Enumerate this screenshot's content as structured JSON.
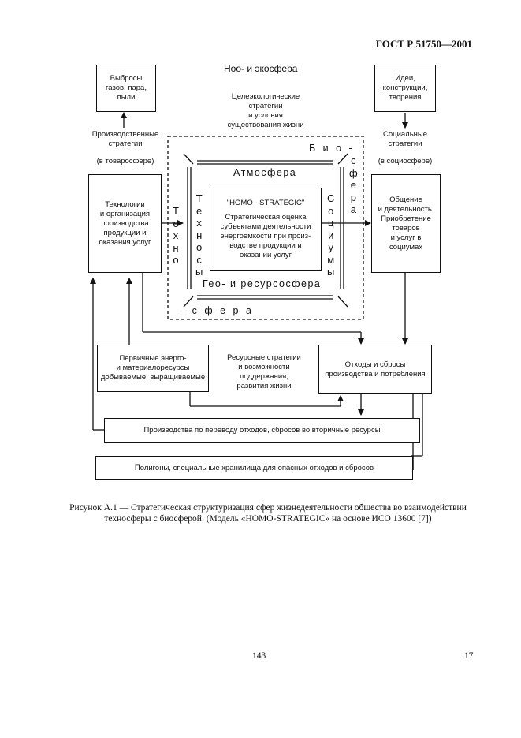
{
  "header": {
    "doc_id": "ГОСТ Р 51750—2001"
  },
  "diagram": {
    "title": "Ноо- и экосфера",
    "top_left_box": "Выбросы\nгазов, пара,\nпыли",
    "top_right_box": "Идеи,\nконструкции,\nтворения",
    "production_strategies": "Производственные\nстратегии",
    "in_commodity_sphere": "(в товаросфере)",
    "social_strategies": "Социальные\nстратегии",
    "in_social_sphere": "(в социосфере)",
    "eco_strategies": "Целеэкологические\nстратегии\nи условия\nсуществования жизни",
    "biosphere": "Био- с ф е р а",
    "biosphere_horizontal": "Б и о -",
    "biosphere_vertical": [
      "с",
      "ф",
      "е",
      "р",
      "а"
    ],
    "technosphere_vertical": [
      "Т",
      "е",
      "х",
      "н",
      "о"
    ],
    "technosphere_bottom": "- с ф е р а",
    "atmosphere": "Атмосфера",
    "technoses": [
      "Т",
      "е",
      "х",
      "н",
      "о",
      "с",
      "ы"
    ],
    "sociums": [
      "С",
      "о",
      "ц",
      "и",
      "у",
      "м",
      "ы"
    ],
    "geo_sphere": "Гео- и ресурсосфера",
    "homo_title": "\"HOMO - STRATEGIC\"",
    "homo_text": "Стратегическая оценка\nсубъектами деятельности\nэнергоемкости при произ-\nводстве продукции и\nоказании услуг",
    "left_box": "Технологии\nи организация\nпроизводства\nпродукции и\nоказания услуг",
    "right_box": "Общение\nи деятельность.\nПриобретение\nтоваров\nи услуг в\nсоциумах",
    "resources_box": "Первичные энерго-\nи материалоресурсы\nдобываемые, выращиваемые",
    "resource_strategies": "Ресурсные стратегии\nи возможности\nподдержания,\nразвития жизни",
    "waste_box": "Отходы и сбросы\nпроизводства и потребления",
    "recycling_box": "Производства по переводу отходов, сбросов во вторичные ресурсы",
    "landfill_box": "Полигоны, специальные хранилища для опасных отходов и сбросов"
  },
  "caption": {
    "line1": "Рисунок А.1 — Стратегическая структуризация сфер жизнедеятельности общества во взаимодействии",
    "line2": "техносферы с биосферой. (Модель «HOMO-STRATEGIC» на основе ИСО 13600 [7])"
  },
  "footer": {
    "page_center": "143",
    "page_right": "17"
  }
}
